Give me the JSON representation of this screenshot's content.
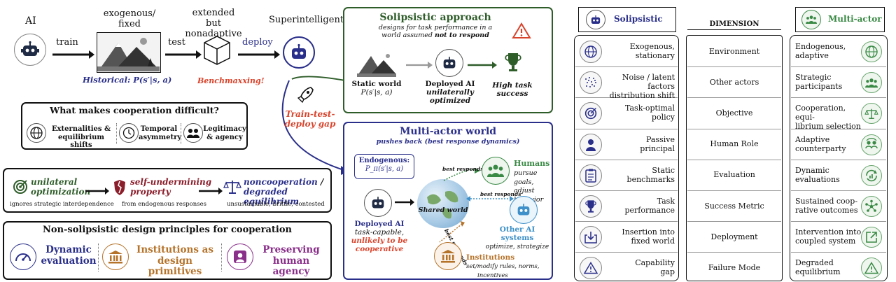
{
  "pipeline": {
    "ai_label": "AI",
    "train_label": "train",
    "exo_label_1": "exogenous/",
    "exo_label_2": "fixed",
    "historical_label": "Historical: P(s′|s, a)",
    "test_label": "test",
    "ext_label_1": "extended but",
    "ext_label_2": "nonadaptive",
    "benchmax_label": "Benchmaxxing!",
    "deploy_label": "deploy",
    "super_label": "Superintelligent",
    "gap_label_1": "Train-test-",
    "gap_label_2": "deploy gap"
  },
  "difficulty": {
    "title": "What makes cooperation difficult?",
    "items": [
      "Externalities &",
      "equilibrium shifts",
      "Temporal",
      "asymmetry",
      "Legitimacy",
      "& agency"
    ]
  },
  "chain": {
    "step1_a": "unilateral",
    "step1_b": "optimization",
    "step1_sub": "ignores strategic interdependence",
    "step2_a": "self-undermining",
    "step2_b": "property",
    "step2_sub": "from endogenous responses",
    "step3_a": "noncooperation",
    "step3_slash": " /",
    "step3_b": "degraded equilibrium",
    "step3_sub": "unsustainable, brittle, contested"
  },
  "principles": {
    "title": "Non-solipsistic design principles for cooperation",
    "p1_a": "Dynamic",
    "p1_b": "evaluation",
    "p2_a": "Institutions as",
    "p2_b": "design primitives",
    "p3_a": "Preserving",
    "p3_b": "human agency"
  },
  "solipsistic_panel": {
    "title": "Solipsistic approach",
    "subtitle_1": "designs for task performance in a",
    "subtitle_2a": "world assumed ",
    "subtitle_2b": "not to respond",
    "static_1": "Static world",
    "static_2": "P(s′|s, a)",
    "deployed_1": "Deployed AI",
    "deployed_2": "unilaterally",
    "deployed_3": "optimized",
    "success_1": "High task",
    "success_2": "success"
  },
  "multi_panel": {
    "title": "Multi-actor world",
    "subtitle": "pushes back (best response dynamics)",
    "endo_1": "Endogenous:",
    "endo_2": "P_π(s′|s, a)",
    "best_responds": "best responds",
    "shared_world": "Shared world",
    "humans_1": "Humans",
    "humans_2": "pursue goals,",
    "humans_3": "adjust behavior",
    "deployed_1": "Deployed AI",
    "deployed_2": "task-capable,",
    "deployed_3": "unlikely to be",
    "deployed_4": "cooperative",
    "other_1": "Other AI systems",
    "other_2": "optimize, strategize",
    "inst_1": "Institutions",
    "inst_2": "set/modify rules, norms,",
    "inst_3": "incentives"
  },
  "table": {
    "left_header": "Solipsistic",
    "mid_header": "DIMENSION",
    "right_header": "Multi-actor",
    "rows": [
      {
        "left_1": "Exogenous,",
        "left_2": "stationary",
        "dim": "Environment",
        "right_1": "Endogenous,",
        "right_2": "adaptive",
        "icon_l": "globe-icon",
        "icon_r": "globe-icon"
      },
      {
        "left_1": "Noise / latent factors",
        "left_2": "distribution shift",
        "dim": "Other actors",
        "right_1": "Strategic",
        "right_2": "participants",
        "icon_l": "dots-icon",
        "icon_r": "group-icon"
      },
      {
        "left_1": "Task-optimal",
        "left_2": "policy",
        "dim": "Objective",
        "right_1": "Cooperation, equi-",
        "right_2": "librium selection",
        "icon_l": "target-icon",
        "icon_r": "balance-icon"
      },
      {
        "left_1": "Passive",
        "left_2": "principal",
        "dim": "Human Role",
        "right_1": "Adaptive",
        "right_2": "counterparty",
        "icon_l": "person-icon",
        "icon_r": "exchange-icon"
      },
      {
        "left_1": "Static",
        "left_2": "benchmarks",
        "dim": "Evaluation",
        "right_1": "Dynamic",
        "right_2": "evaluations",
        "icon_l": "clipboard-icon",
        "icon_r": "refresh-chart-icon"
      },
      {
        "left_1": "Task",
        "left_2": "performance",
        "dim": "Success Metric",
        "right_1": "Sustained coop-",
        "right_2": "rative outcomes",
        "icon_l": "trophy-icon",
        "icon_r": "network-icon"
      },
      {
        "left_1": "Insertion into",
        "left_2": "fixed world",
        "dim": "Deployment",
        "right_1": "Intervention into",
        "right_2": "coupled system",
        "icon_l": "insert-icon",
        "icon_r": "external-icon"
      },
      {
        "left_1": "Capability",
        "left_2": "gap",
        "dim": "Failure Mode",
        "right_1": "Degraded",
        "right_2": "equilibrium",
        "icon_l": "warning-icon",
        "icon_r": "warning-icon"
      }
    ]
  },
  "colors": {
    "green": "#2f5d2a",
    "navy": "#2a2f8a",
    "red": "#d9432b",
    "robot": "#1f2a44"
  }
}
